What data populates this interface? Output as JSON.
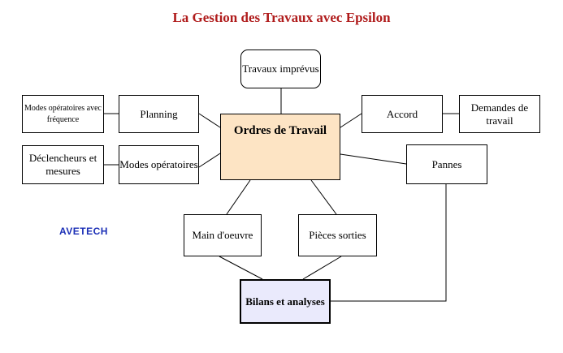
{
  "title": "La Gestion des Travaux avec Epsilon",
  "brand": "AVETECH",
  "nodes": {
    "travaux_imprevus": "Travaux imprévus",
    "modes_operatoires_frequence": "Modes opératoires avec fréquence",
    "planning": "Planning",
    "ordres_de_travail": "Ordres de Travail",
    "accord": "Accord",
    "demandes_de_travail": "Demandes de travail",
    "declencheurs_mesures": "Déclencheurs et mesures",
    "modes_operatoires": "Modes opératoires",
    "pannes": "Pannes",
    "main_oeuvre": "Main d'oeuvre",
    "pieces_sorties": "Pièces sorties",
    "bilans_analyses": "Bilans et analyses"
  },
  "colors": {
    "title": "#b01c1c",
    "brand": "#1b2fb6",
    "center_fill": "#fde4c4",
    "bilans_fill": "#eaeafc"
  }
}
